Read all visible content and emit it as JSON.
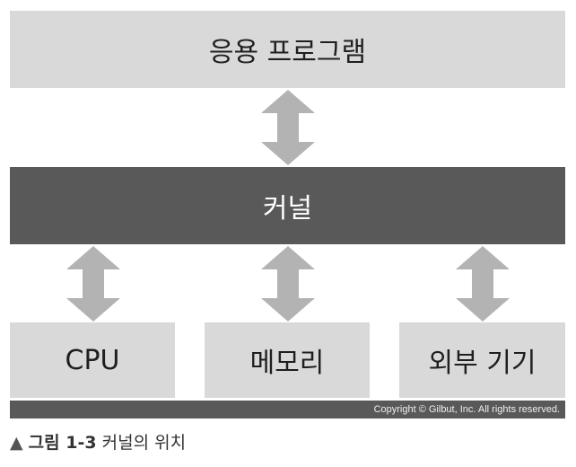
{
  "diagram": {
    "application": "응용 프로그램",
    "kernel": "커널",
    "hardware": {
      "cpu": "CPU",
      "memory": "메모리",
      "external": "외부 기기"
    },
    "colors": {
      "light_box": "#d9d9d9",
      "dark_box": "#595959",
      "arrow": "#b3b3b3"
    }
  },
  "copyright": "Copyright © Gilbut, Inc. All rights reserved.",
  "caption": {
    "marker": "▲",
    "label": "그림 1-3",
    "text": "커널의 위치"
  }
}
